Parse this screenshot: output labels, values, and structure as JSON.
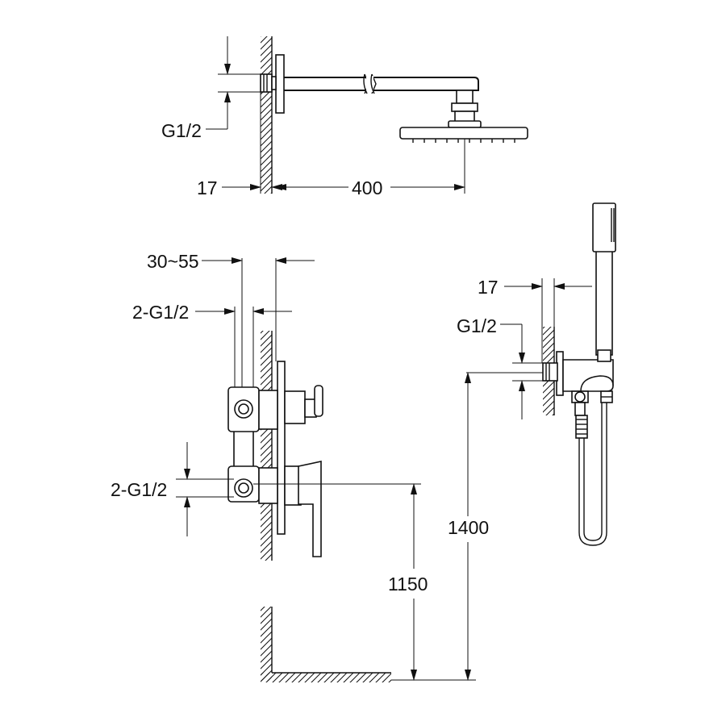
{
  "labels": {
    "top_thread": "G1/2",
    "top_depth": "17",
    "arm_length": "400",
    "valve_depth_range": "30~55",
    "valve_upper_thread": "2-G1/2",
    "valve_lower_thread": "2-G1/2",
    "valve_height": "1150",
    "hand_depth": "17",
    "hand_thread": "G1/2",
    "hand_height": "1400"
  }
}
